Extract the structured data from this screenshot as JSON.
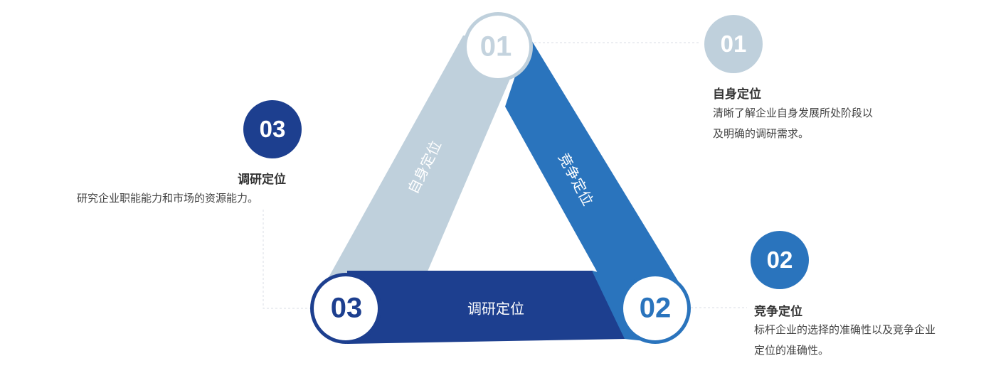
{
  "triangle": {
    "band_left_label": "自身定位",
    "band_right_label": "竞争定位",
    "band_bottom_label": "调研定位",
    "node_top_number": "01",
    "node_right_number": "02",
    "node_left_number": "03"
  },
  "items": [
    {
      "number": "01",
      "title": "自身定位",
      "lines": [
        "清晰了解企业自身发展所处阶段以",
        "及明确的调研需求。"
      ]
    },
    {
      "number": "02",
      "title": "竞争定位",
      "lines": [
        "标杆企业的选择的准确性以及竞争企业",
        "定位的准确性。"
      ]
    },
    {
      "number": "03",
      "title": "调研定位",
      "lines": [
        "研究企业职能能力和市场的资源能力。"
      ]
    }
  ],
  "colors": {
    "light_blue_gray": "#bfd0dc",
    "medium_blue": "#2a74bd",
    "dark_blue": "#1d3f8f",
    "node_text_light": "#c4d3de"
  }
}
